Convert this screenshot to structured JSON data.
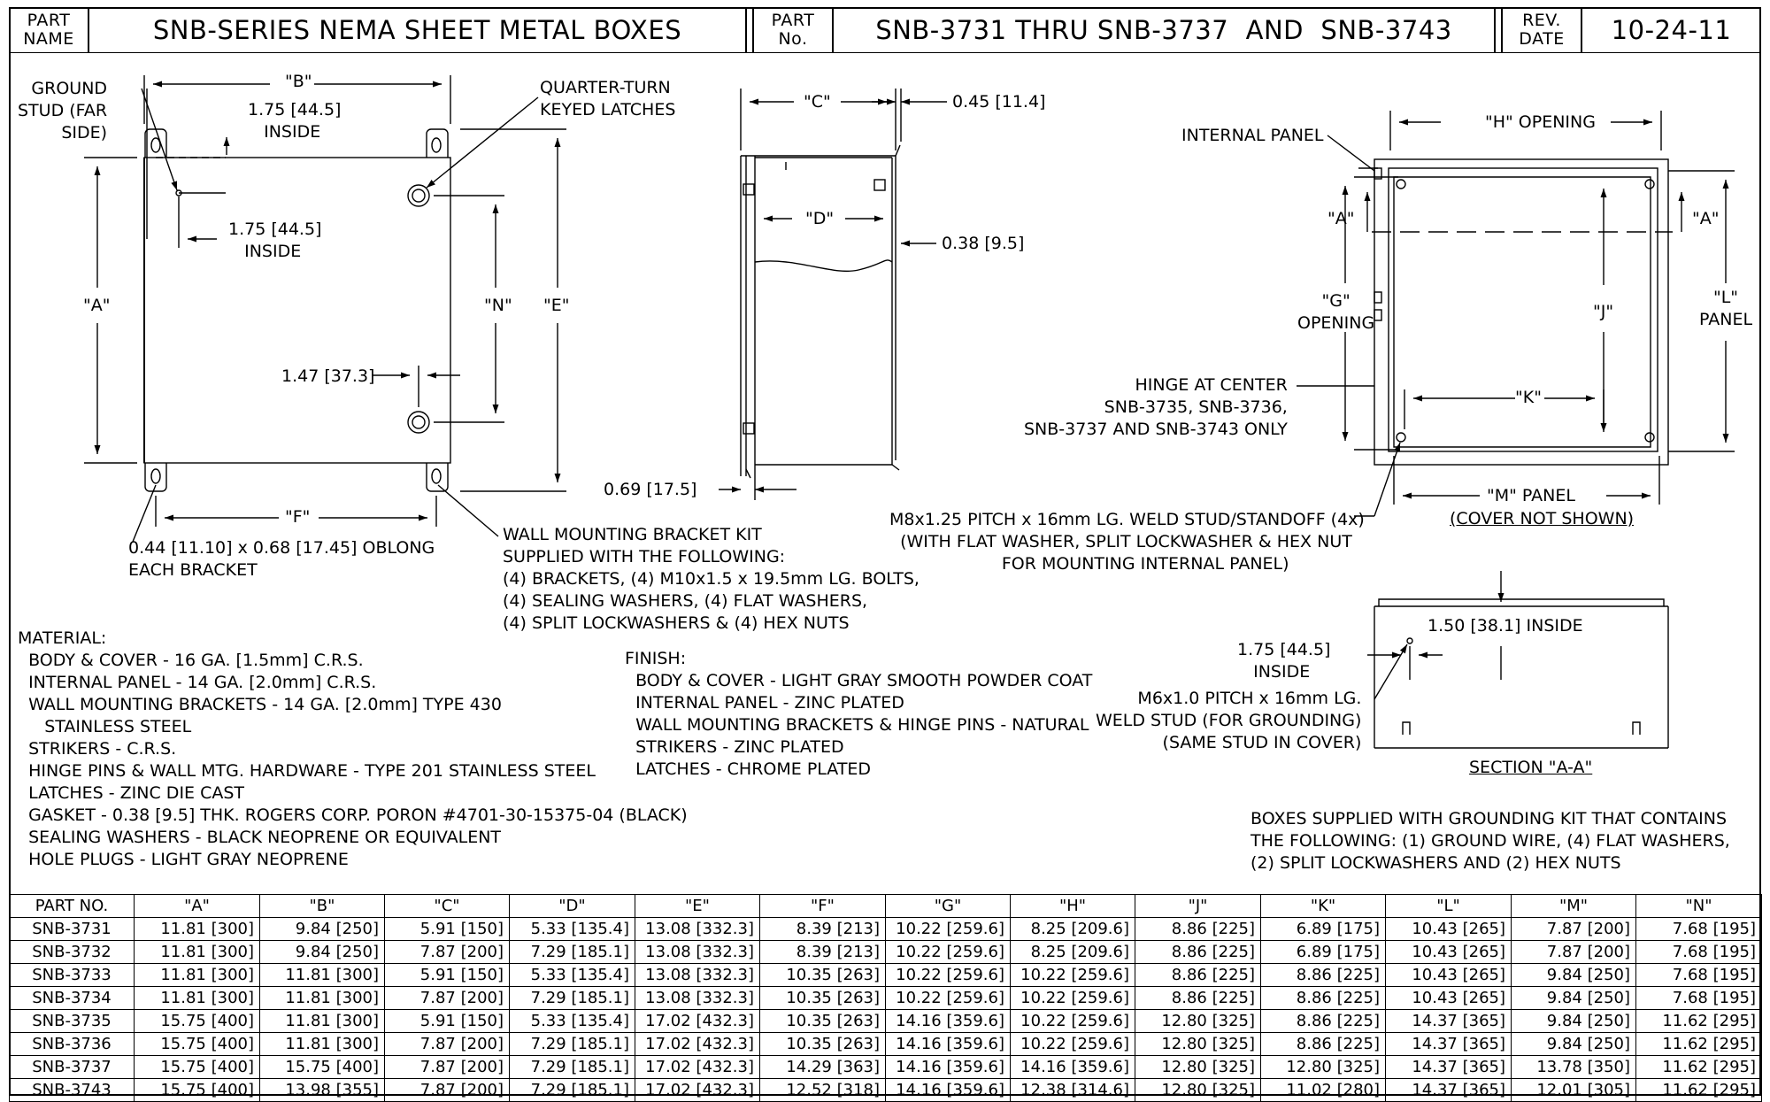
{
  "title_block": {
    "part_name_label": "PART\nNAME",
    "part_name": "SNB-SERIES NEMA SHEET METAL BOXES",
    "part_no_label": "PART\nNo.",
    "part_no": "SNB-3731 THRU SNB-3737  AND  SNB-3743",
    "rev_label": "REV.\nDATE",
    "rev_date": "10-24-11"
  },
  "front_view": {
    "ground_stud": "GROUND\nSTUD (FAR\n    SIDE)",
    "dim_b": "\"B\"",
    "inside_175_top": "1.75 [44.5]\n   INSIDE",
    "quarter_turn": "QUARTER-TURN\nKEYED LATCHES",
    "inside_175_left": "1.75 [44.5]\n   INSIDE",
    "dim_a": "\"A\"",
    "dim_n": "\"N\"",
    "dim_e": "\"E\"",
    "dim_147": "1.47 [37.3]",
    "dim_f": "\"F\"",
    "oblong": "0.44 [11.10] x 0.68 [17.45] OBLONG\nEACH BRACKET"
  },
  "side_view": {
    "dim_c": "\"C\"",
    "dim_045": "0.45 [11.4]",
    "dim_d": "\"D\"",
    "dim_038": "0.38 [9.5]",
    "dim_069": "0.69 [17.5]"
  },
  "bracket_kit": "WALL MOUNTING BRACKET KIT\nSUPPLIED WITH THE FOLLOWING:\n(4) BRACKETS, (4) M10x1.5 x 19.5mm LG. BOLTS,\n(4) SEALING WASHERS, (4) FLAT WASHERS,\n(4) SPLIT LOCKWASHERS & (4) HEX NUTS",
  "interior_view": {
    "internal_panel": "INTERNAL PANEL",
    "h_opening": "\"H\" OPENING",
    "a_left": "\"A\"",
    "a_right": "\"A\"",
    "g_opening": "\"G\"\nOPENING",
    "dim_j": "\"J\"",
    "l_panel": "\"L\"\nPANEL",
    "hinge": "HINGE AT CENTER\n   SNB-3735, SNB-3736,\nSNB-3737 AND SNB-3743 ONLY",
    "dim_k": "\"K\"",
    "m_panel": "\"M\" PANEL",
    "cover_not_shown": "(COVER NOT SHOWN)",
    "weld_stud": "M8x1.25 PITCH x 16mm LG. WELD STUD/STANDOFF (4x)\n  (WITH FLAT WASHER, SPLIT LOCKWASHER & HEX NUT\n                     FOR MOUNTING INTERNAL PANEL)"
  },
  "section_view": {
    "inside_150": "1.50 [38.1] INSIDE",
    "inside_175": "1.75 [44.5]\n   INSIDE",
    "m6_stud": "M6x1.0 PITCH x 16mm LG.\nWELD STUD (FOR GROUNDING)\n  (SAME STUD IN COVER)",
    "section_title": "SECTION \"A-A\""
  },
  "material": "MATERIAL:\n  BODY & COVER - 16 GA. [1.5mm] C.R.S.\n  INTERNAL PANEL - 14 GA. [2.0mm] C.R.S.\n  WALL MOUNTING BRACKETS - 14 GA. [2.0mm] TYPE 430\n     STAINLESS STEEL\n  STRIKERS - C.R.S.\n  HINGE PINS & WALL MTG. HARDWARE - TYPE 201 STAINLESS STEEL\n  LATCHES - ZINC DIE CAST\n  GASKET - 0.38 [9.5] THK. ROGERS CORP. PORON #4701-30-15375-04 (BLACK)\n  SEALING WASHERS - BLACK NEOPRENE OR EQUIVALENT\n  HOLE PLUGS - LIGHT GRAY NEOPRENE",
  "finish": "FINISH:\n  BODY & COVER - LIGHT GRAY SMOOTH POWDER COAT\n  INTERNAL PANEL - ZINC PLATED\n  WALL MOUNTING BRACKETS & HINGE PINS - NATURAL\n  STRIKERS - ZINC PLATED\n  LATCHES - CHROME PLATED",
  "grounding_kit": "BOXES SUPPLIED WITH GROUNDING KIT THAT CONTAINS\nTHE FOLLOWING: (1) GROUND WIRE, (4) FLAT WASHERS,\n(2) SPLIT LOCKWASHERS AND (2) HEX NUTS",
  "table": {
    "headers": [
      "PART NO.",
      "\"A\"",
      "\"B\"",
      "\"C\"",
      "\"D\"",
      "\"E\"",
      "\"F\"",
      "\"G\"",
      "\"H\"",
      "\"J\"",
      "\"K\"",
      "\"L\"",
      "\"M\"",
      "\"N\""
    ],
    "rows": [
      [
        "SNB-3731",
        "11.81 [300]",
        "9.84 [250]",
        "5.91 [150]",
        "5.33 [135.4]",
        "13.08 [332.3]",
        "8.39 [213]",
        "10.22 [259.6]",
        "8.25 [209.6]",
        "8.86 [225]",
        "6.89 [175]",
        "10.43 [265]",
        "7.87 [200]",
        "7.68 [195]"
      ],
      [
        "SNB-3732",
        "11.81 [300]",
        "9.84 [250]",
        "7.87 [200]",
        "7.29 [185.1]",
        "13.08 [332.3]",
        "8.39 [213]",
        "10.22 [259.6]",
        "8.25 [209.6]",
        "8.86 [225]",
        "6.89 [175]",
        "10.43 [265]",
        "7.87 [200]",
        "7.68 [195]"
      ],
      [
        "SNB-3733",
        "11.81 [300]",
        "11.81 [300]",
        "5.91 [150]",
        "5.33 [135.4]",
        "13.08 [332.3]",
        "10.35 [263]",
        "10.22 [259.6]",
        "10.22 [259.6]",
        "8.86 [225]",
        "8.86 [225]",
        "10.43 [265]",
        "9.84 [250]",
        "7.68 [195]"
      ],
      [
        "SNB-3734",
        "11.81 [300]",
        "11.81 [300]",
        "7.87 [200]",
        "7.29 [185.1]",
        "13.08 [332.3]",
        "10.35 [263]",
        "10.22 [259.6]",
        "10.22 [259.6]",
        "8.86 [225]",
        "8.86 [225]",
        "10.43 [265]",
        "9.84 [250]",
        "7.68 [195]"
      ],
      [
        "SNB-3735",
        "15.75 [400]",
        "11.81 [300]",
        "5.91 [150]",
        "5.33 [135.4]",
        "17.02 [432.3]",
        "10.35 [263]",
        "14.16 [359.6]",
        "10.22 [259.6]",
        "12.80 [325]",
        "8.86 [225]",
        "14.37 [365]",
        "9.84 [250]",
        "11.62 [295]"
      ],
      [
        "SNB-3736",
        "15.75 [400]",
        "11.81 [300]",
        "7.87 [200]",
        "7.29 [185.1]",
        "17.02 [432.3]",
        "10.35 [263]",
        "14.16 [359.6]",
        "10.22 [259.6]",
        "12.80 [325]",
        "8.86 [225]",
        "14.37 [365]",
        "9.84 [250]",
        "11.62 [295]"
      ],
      [
        "SNB-3737",
        "15.75 [400]",
        "15.75 [400]",
        "7.87 [200]",
        "7.29 [185.1]",
        "17.02 [432.3]",
        "14.29 [363]",
        "14.16 [359.6]",
        "14.16 [359.6]",
        "12.80 [325]",
        "12.80 [325]",
        "14.37 [365]",
        "13.78 [350]",
        "11.62 [295]"
      ],
      [
        "SNB-3743",
        "15.75 [400]",
        "13.98 [355]",
        "7.87 [200]",
        "7.29 [185.1]",
        "17.02 [432.3]",
        "12.52 [318]",
        "14.16 [359.6]",
        "12.38 [314.6]",
        "12.80 [325]",
        "11.02 [280]",
        "14.37 [365]",
        "12.01 [305]",
        "11.62 [295]"
      ]
    ]
  }
}
